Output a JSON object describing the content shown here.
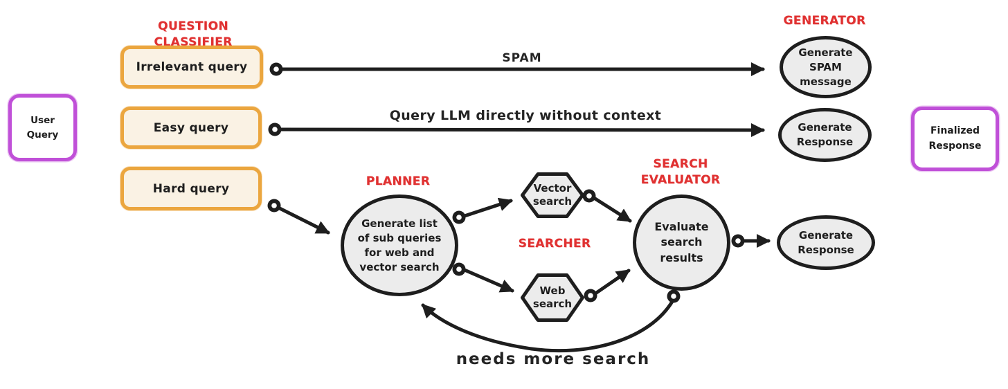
{
  "diagram": {
    "kind": "agentic-rag-query-routing-flow",
    "sections": {
      "classifier": {
        "label": "QUESTION CLASSIFIER"
      },
      "generator": {
        "label": "GENERATOR"
      },
      "planner": {
        "label": "PLANNER"
      },
      "searcher": {
        "label": "SEARCHER"
      },
      "evaluator": {
        "label": "SEARCH EVALUATOR"
      }
    },
    "nodes": {
      "user_query": {
        "label": "User Query",
        "shape": "rounded-rect",
        "border_color": "#c050d8"
      },
      "irrelevant_query": {
        "label": "Irrelevant query",
        "shape": "rounded-rect",
        "border_color": "#eba63f",
        "fill": "#faf2e4"
      },
      "easy_query": {
        "label": "Easy query",
        "shape": "rounded-rect",
        "border_color": "#eba63f",
        "fill": "#faf2e4"
      },
      "hard_query": {
        "label": "Hard query",
        "shape": "rounded-rect",
        "border_color": "#eba63f",
        "fill": "#faf2e4"
      },
      "generate_spam": {
        "label": "Generate SPAM message",
        "shape": "ellipse",
        "fill": "#ececec"
      },
      "generate_response_top": {
        "label": "Generate Response",
        "shape": "ellipse",
        "fill": "#ececec"
      },
      "planner": {
        "label": "Generate list of sub queries for web and vector search",
        "shape": "circle",
        "fill": "#ececec"
      },
      "vector_search": {
        "label": "Vector search",
        "shape": "hexagon",
        "fill": "#ececec"
      },
      "web_search": {
        "label": "Web search",
        "shape": "hexagon",
        "fill": "#ececec"
      },
      "evaluate_search_results": {
        "label": "Evaluate search results",
        "shape": "circle",
        "fill": "#ececec"
      },
      "generate_response_bottom": {
        "label": "Generate Response",
        "shape": "ellipse",
        "fill": "#ececec"
      },
      "finalized_response": {
        "label": "Finalized Response",
        "shape": "rounded-rect",
        "border_color": "#c050d8"
      }
    },
    "edges": {
      "spam": {
        "label": "SPAM",
        "from": "irrelevant_query",
        "to": "generate_spam"
      },
      "direct": {
        "label": "Query LLM directly without context",
        "from": "easy_query",
        "to": "generate_response_top"
      },
      "hard_to_planner": {
        "label": "",
        "from": "hard_query",
        "to": "planner"
      },
      "planner_to_vector": {
        "label": "",
        "from": "planner",
        "to": "vector_search"
      },
      "planner_to_web": {
        "label": "",
        "from": "planner",
        "to": "web_search"
      },
      "vector_to_evaluator": {
        "label": "",
        "from": "vector_search",
        "to": "evaluate_search_results"
      },
      "web_to_evaluator": {
        "label": "",
        "from": "web_search",
        "to": "evaluate_search_results"
      },
      "evaluator_to_response": {
        "label": "",
        "from": "evaluate_search_results",
        "to": "generate_response_bottom"
      },
      "loop": {
        "label": "needs more search",
        "from": "evaluate_search_results",
        "to": "planner"
      }
    },
    "colors": {
      "ink": "#1e1e1e",
      "red_section": "#e03131",
      "orange_border": "#eba63f",
      "orange_fill": "#faf2e4",
      "purple_border": "#c050d8",
      "node_fill": "#ececec",
      "background": "#ffffff"
    }
  }
}
